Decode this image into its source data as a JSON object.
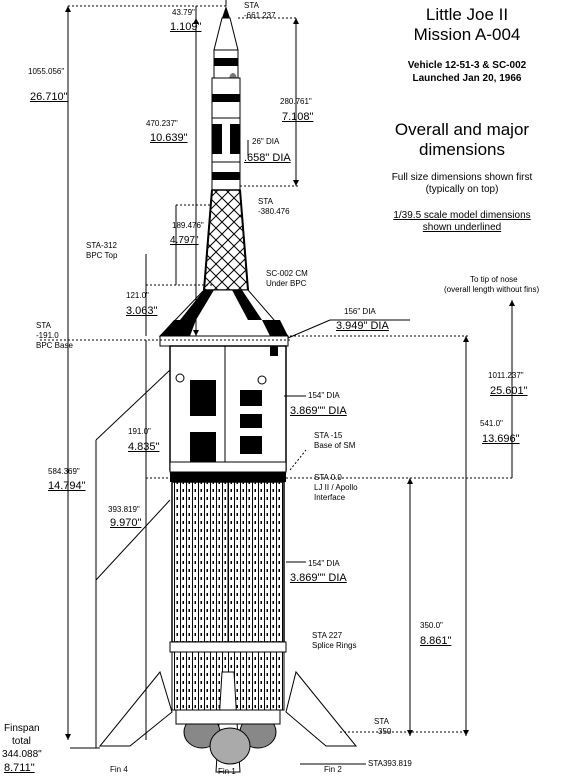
{
  "header": {
    "title_line1": "Little Joe II",
    "title_line2": "Mission A-004",
    "vehicle_line1": "Vehicle 12-51-3 & SC-002",
    "vehicle_line2": "Launched Jan 20, 1966",
    "section_line1": "Overall and major",
    "section_line2": "dimensions",
    "note_line1": "Full size dimensions shown first",
    "note_line2": "(typically on top)",
    "scale_line1": "1/39.5 scale model dimensions",
    "scale_line2": "shown underlined"
  },
  "labels": {
    "d_43": "43.79\"",
    "d_43_s": "1.109\"",
    "sta_661a": "STA",
    "sta_661b": "-661.237",
    "d_1055": "1055.056\"",
    "d_1055_s": "26.710\"",
    "d_280": "280.761\"",
    "d_280_s": "7.108\"",
    "d_470": "470.237\"",
    "d_470_s": "10.639\"",
    "d_26": "26\" DIA",
    "d_26_s": ".658\" DIA",
    "sta_380a": "STA",
    "sta_380b": "-380.476",
    "d_189": "189.476\"",
    "d_189_s": "4.797\"",
    "sta_312a": "STA-312",
    "sta_312b": "BPC Top",
    "cm_a": "SC-002 CM",
    "cm_b": "Under BPC",
    "nose_a": "To tip of nose",
    "nose_b": "(overall length without fins)",
    "d_121": "121.0\"",
    "d_121_s": "3.063\"",
    "d_156": "156\" DIA",
    "d_156_s": "3.949\" DIA",
    "sta_191a": "STA",
    "sta_191b": "-191.0",
    "sta_191c": "BPC Base",
    "d_1011": "1011.237\"",
    "d_1011_s": "25.601\"",
    "d_154a": "154\" DIA",
    "d_154a_s": "3.869\"\" DIA",
    "d_191": "191.0\"",
    "d_191_s": "4.835\"",
    "sta_15a": "STA -15",
    "sta_15b": "Base of SM",
    "d_541": "541.0\"",
    "d_541_s": "13.696\"",
    "d_584": "584.369\"",
    "d_584_s": "14.794\"",
    "sta_0a": "STA 0.0",
    "sta_0b": "LJ II / Apollo",
    "sta_0c": "Interface",
    "d_393": "393.819\"",
    "d_393_s": "9.970\"",
    "d_154b": "154\" DIA",
    "d_154b_s": "3.869\"\" DIA",
    "d_350": "350.0\"",
    "d_350_s": "8.861\"",
    "sta_227a": "STA 227",
    "sta_227b": "Splice Rings",
    "finspan_a": "Finspan",
    "finspan_b": "total",
    "finspan_c": "344.088\"",
    "finspan_d": "8.711\"",
    "sta_350a": "STA",
    "sta_350b": "350",
    "sta_393": "STA393.819",
    "fin4": "Fin 4",
    "fin1": "Fin 1",
    "fin2": "Fin 2"
  }
}
